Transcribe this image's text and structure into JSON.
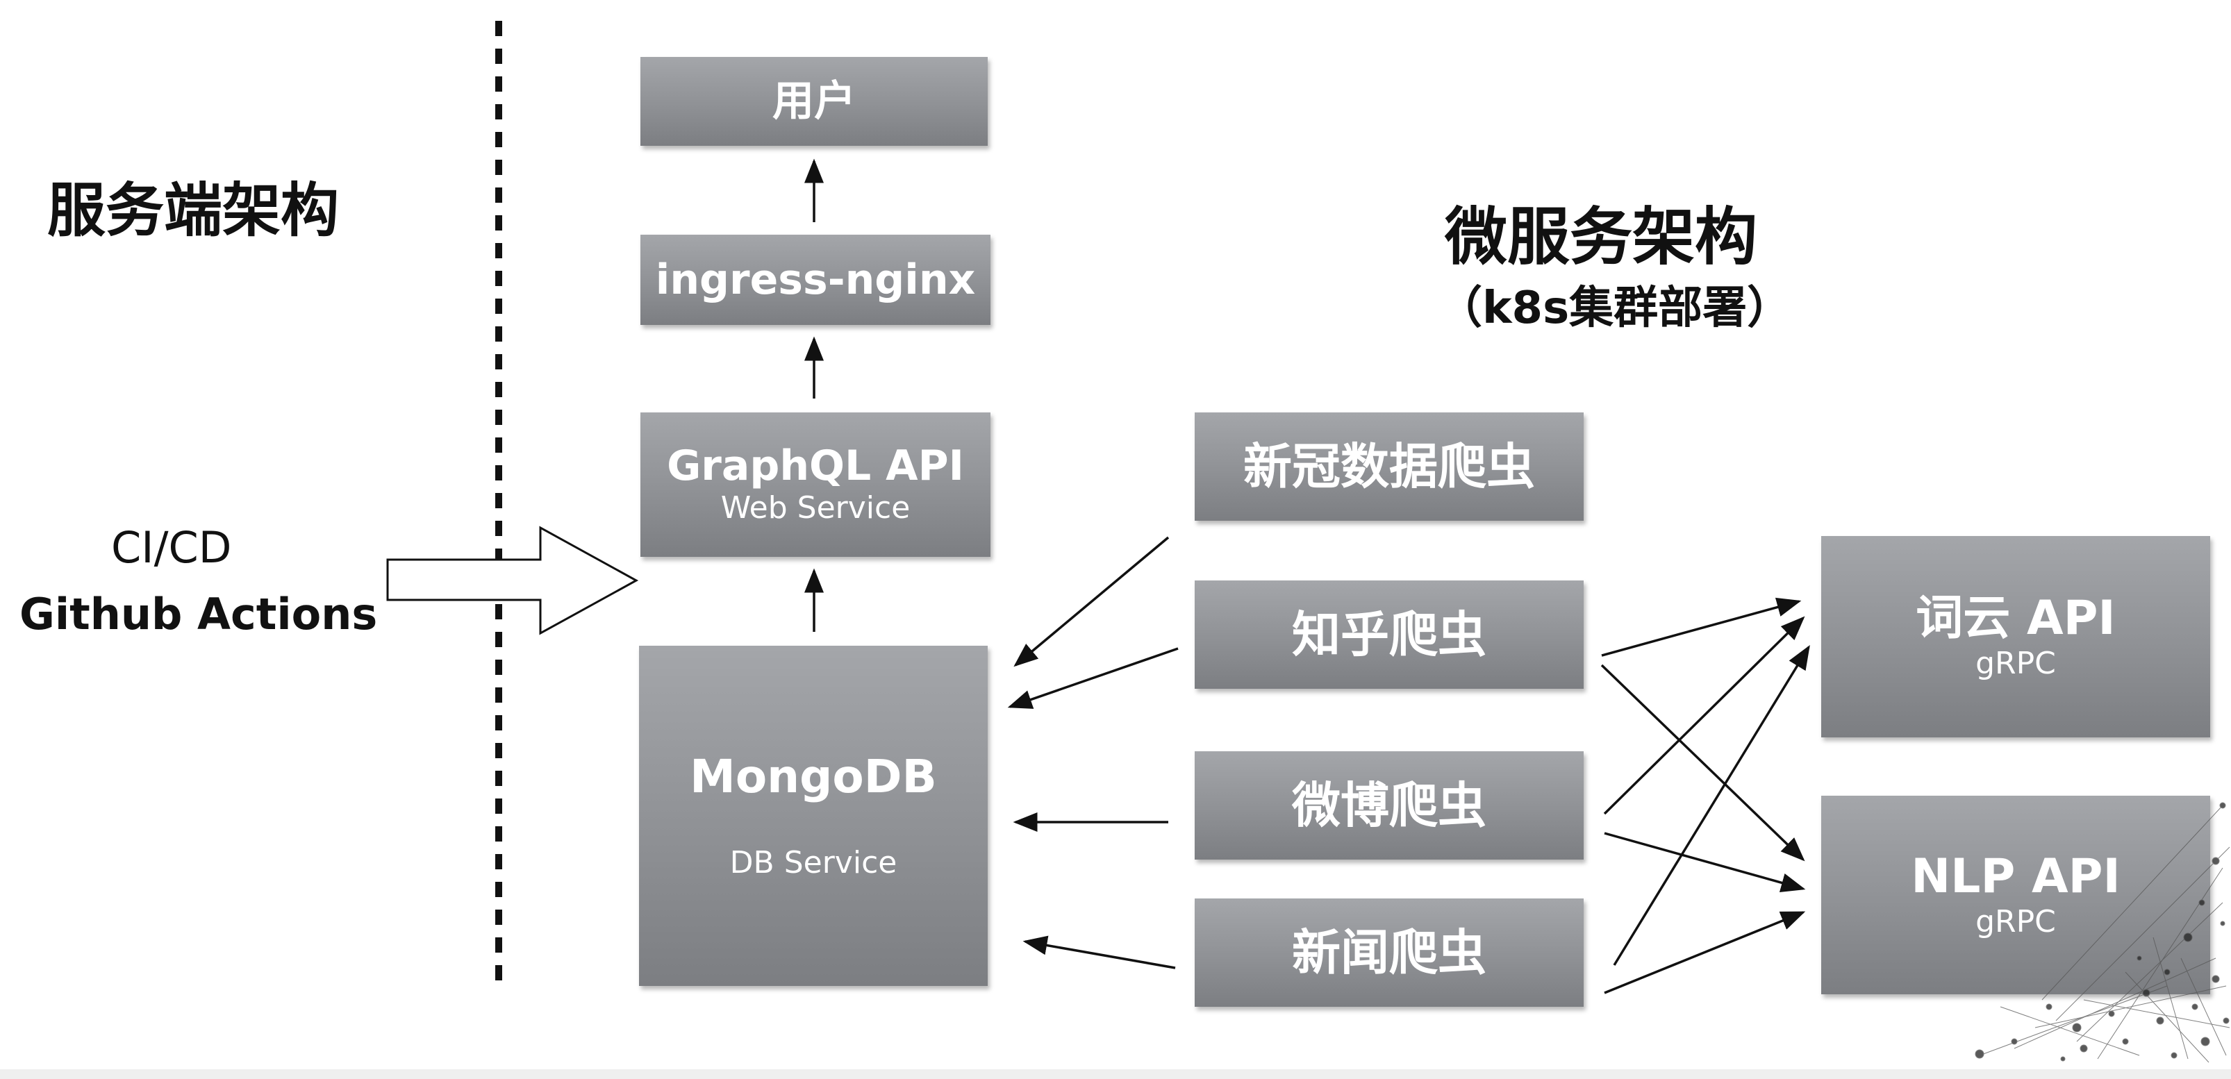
{
  "left_panel": {
    "title": "服务端架构",
    "cicd_line1": "CI/CD",
    "cicd_line2": "Github Actions"
  },
  "right_panel": {
    "title": "微服务架构",
    "subtitle": "（k8s集群部署）"
  },
  "nodes": {
    "user": {
      "title": "用户"
    },
    "ingress": {
      "title": "ingress-nginx"
    },
    "graphql": {
      "title": "GraphQL API",
      "subtitle": "Web Service"
    },
    "mongodb": {
      "title": "MongoDB",
      "subtitle": "DB Service"
    },
    "covid_crawler": {
      "title": "新冠数据爬虫"
    },
    "zhihu_crawler": {
      "title": "知乎爬虫"
    },
    "weibo_crawler": {
      "title": "微博爬虫"
    },
    "news_crawler": {
      "title": "新闻爬虫"
    },
    "wordcloud_api": {
      "title": "词云 API",
      "subtitle": "gRPC"
    },
    "nlp_api": {
      "title": "NLP API",
      "subtitle": "gRPC"
    }
  },
  "connections": [
    {
      "from": "ingress",
      "to": "user"
    },
    {
      "from": "graphql",
      "to": "ingress"
    },
    {
      "from": "mongodb",
      "to": "graphql"
    },
    {
      "from": "covid_crawler",
      "to": "mongodb"
    },
    {
      "from": "zhihu_crawler",
      "to": "mongodb"
    },
    {
      "from": "weibo_crawler",
      "to": "mongodb"
    },
    {
      "from": "news_crawler",
      "to": "mongodb"
    },
    {
      "from": "zhihu_crawler",
      "to": "wordcloud_api"
    },
    {
      "from": "zhihu_crawler",
      "to": "nlp_api"
    },
    {
      "from": "weibo_crawler",
      "to": "wordcloud_api"
    },
    {
      "from": "weibo_crawler",
      "to": "nlp_api"
    },
    {
      "from": "news_crawler",
      "to": "wordcloud_api"
    },
    {
      "from": "news_crawler",
      "to": "nlp_api"
    }
  ],
  "colors": {
    "box_top": "#a4a6aa",
    "box_bottom": "#7c7e82",
    "text_dark": "#111111",
    "line": "#111111"
  }
}
